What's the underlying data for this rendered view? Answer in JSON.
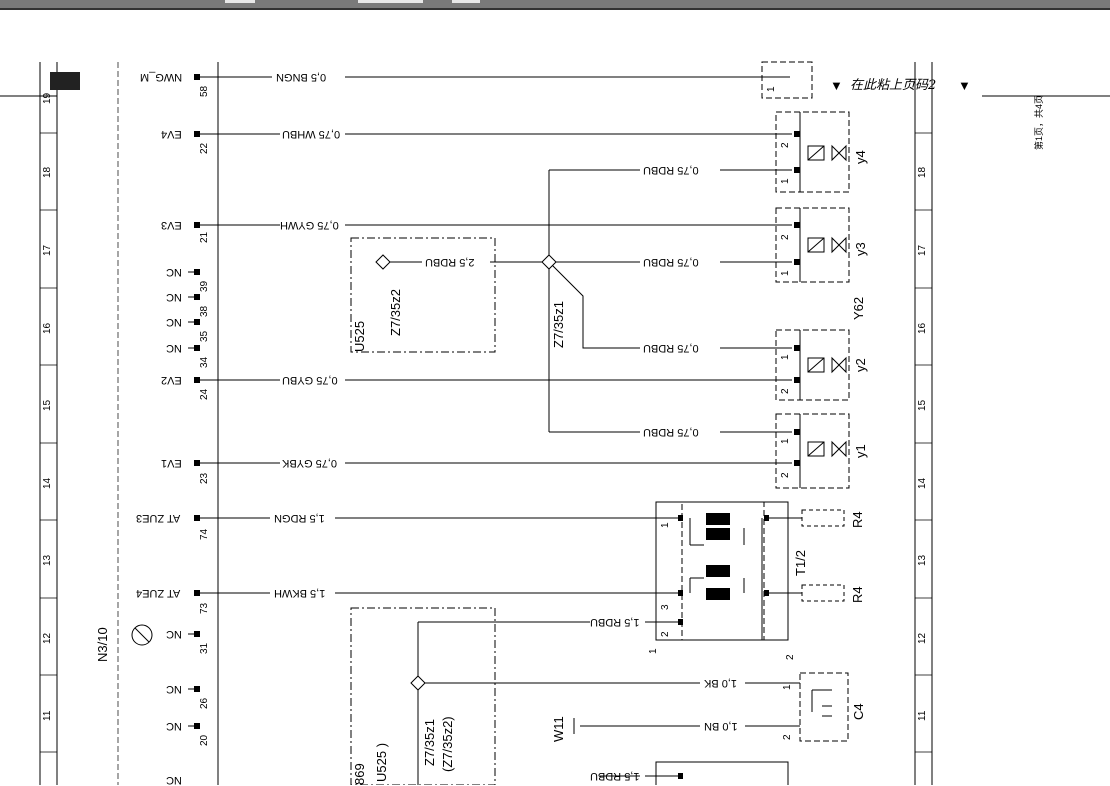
{
  "header": {
    "paste_note": "在此粘上页码2",
    "page_info": "第1页，共4页"
  },
  "ruler_rows": [
    "19",
    "18",
    "17",
    "16",
    "15",
    "14",
    "13",
    "12",
    "11"
  ],
  "connector": {
    "name": "N3/10",
    "pins": [
      {
        "pin": "58",
        "signal": "NWG_M",
        "wire": "0,5 BNGN"
      },
      {
        "pin": "22",
        "signal": "EV4",
        "wire": "0,75 WHBU"
      },
      {
        "pin": "21",
        "signal": "EV3",
        "wire": "0,75 GYWH"
      },
      {
        "pin": "39",
        "signal": "NC",
        "wire": ""
      },
      {
        "pin": "38",
        "signal": "NC",
        "wire": ""
      },
      {
        "pin": "35",
        "signal": "NC",
        "wire": ""
      },
      {
        "pin": "34",
        "signal": "NC",
        "wire": ""
      },
      {
        "pin": "24",
        "signal": "EV2",
        "wire": "0,75 GYBU"
      },
      {
        "pin": "23",
        "signal": "EV1",
        "wire": "0,75 GYBK"
      },
      {
        "pin": "74",
        "signal": "AT ZUE3",
        "wire": "1,5 RDGN"
      },
      {
        "pin": "73",
        "signal": "AT ZUE4",
        "wire": "1,5 BKWH"
      },
      {
        "pin": "31",
        "signal": "NC",
        "wire": ""
      },
      {
        "pin": "26",
        "signal": "NC",
        "wire": ""
      },
      {
        "pin": "20",
        "signal": "NC",
        "wire": ""
      },
      {
        "pin": "",
        "signal": "NC",
        "wire": ""
      }
    ]
  },
  "splices": {
    "u525_box": "U525",
    "z7_35z2": "Z7/35z2",
    "z7_35z1": "Z7/35z1",
    "feed_wire": "2,5 RDBU",
    "rdbu_y4": "0,75 RDBU",
    "rdbu_y3": "0,75 RDBU",
    "rdbu_y2": "0,75 RDBU",
    "rdbu_y1": "0,75 RDBU",
    "lower_z": "Z7/35z1",
    "lower_z2": "(Z7/35z2)",
    "lower_u869": "869",
    "lower_u525": "U525 )",
    "rdbu_t1": "1,5 RDBU",
    "rdbu_bottom": "1,5 RDBU"
  },
  "components": {
    "y62": "Y62",
    "y4": "y4",
    "y3": "y3",
    "y2": "y2",
    "y1": "y1",
    "t12": "T1/2",
    "r4a": "R4",
    "r4b": "R4",
    "c4": "C4",
    "w11": "W11",
    "c4_wire_bk": "1,0 BK",
    "c4_wire_bn": "1,0 BN"
  },
  "pin_numbers": {
    "one": "1",
    "two": "2",
    "three": "3"
  }
}
